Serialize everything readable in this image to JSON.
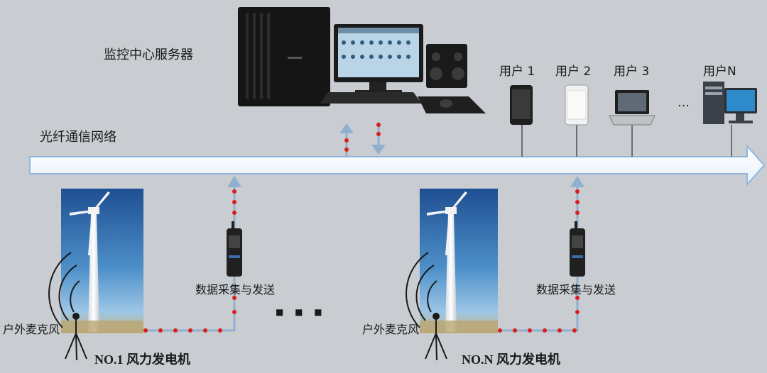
{
  "labels": {
    "server": "监控中心服务器",
    "network": "光纤通信网络",
    "user1": "用户 1",
    "user2": "用户 2",
    "user3": "用户 3",
    "userN": "用户N",
    "ellipsis_users": "…",
    "acq1": "数据采集与发送",
    "acqN": "数据采集与发送",
    "mic1": "户外麦克风",
    "micN": "户外麦克风",
    "turbine1": "NO.1 风力发电机",
    "turbineN": "NO.N 风力发电机",
    "ellipsis_turbines": "■ ■ ■"
  }
}
